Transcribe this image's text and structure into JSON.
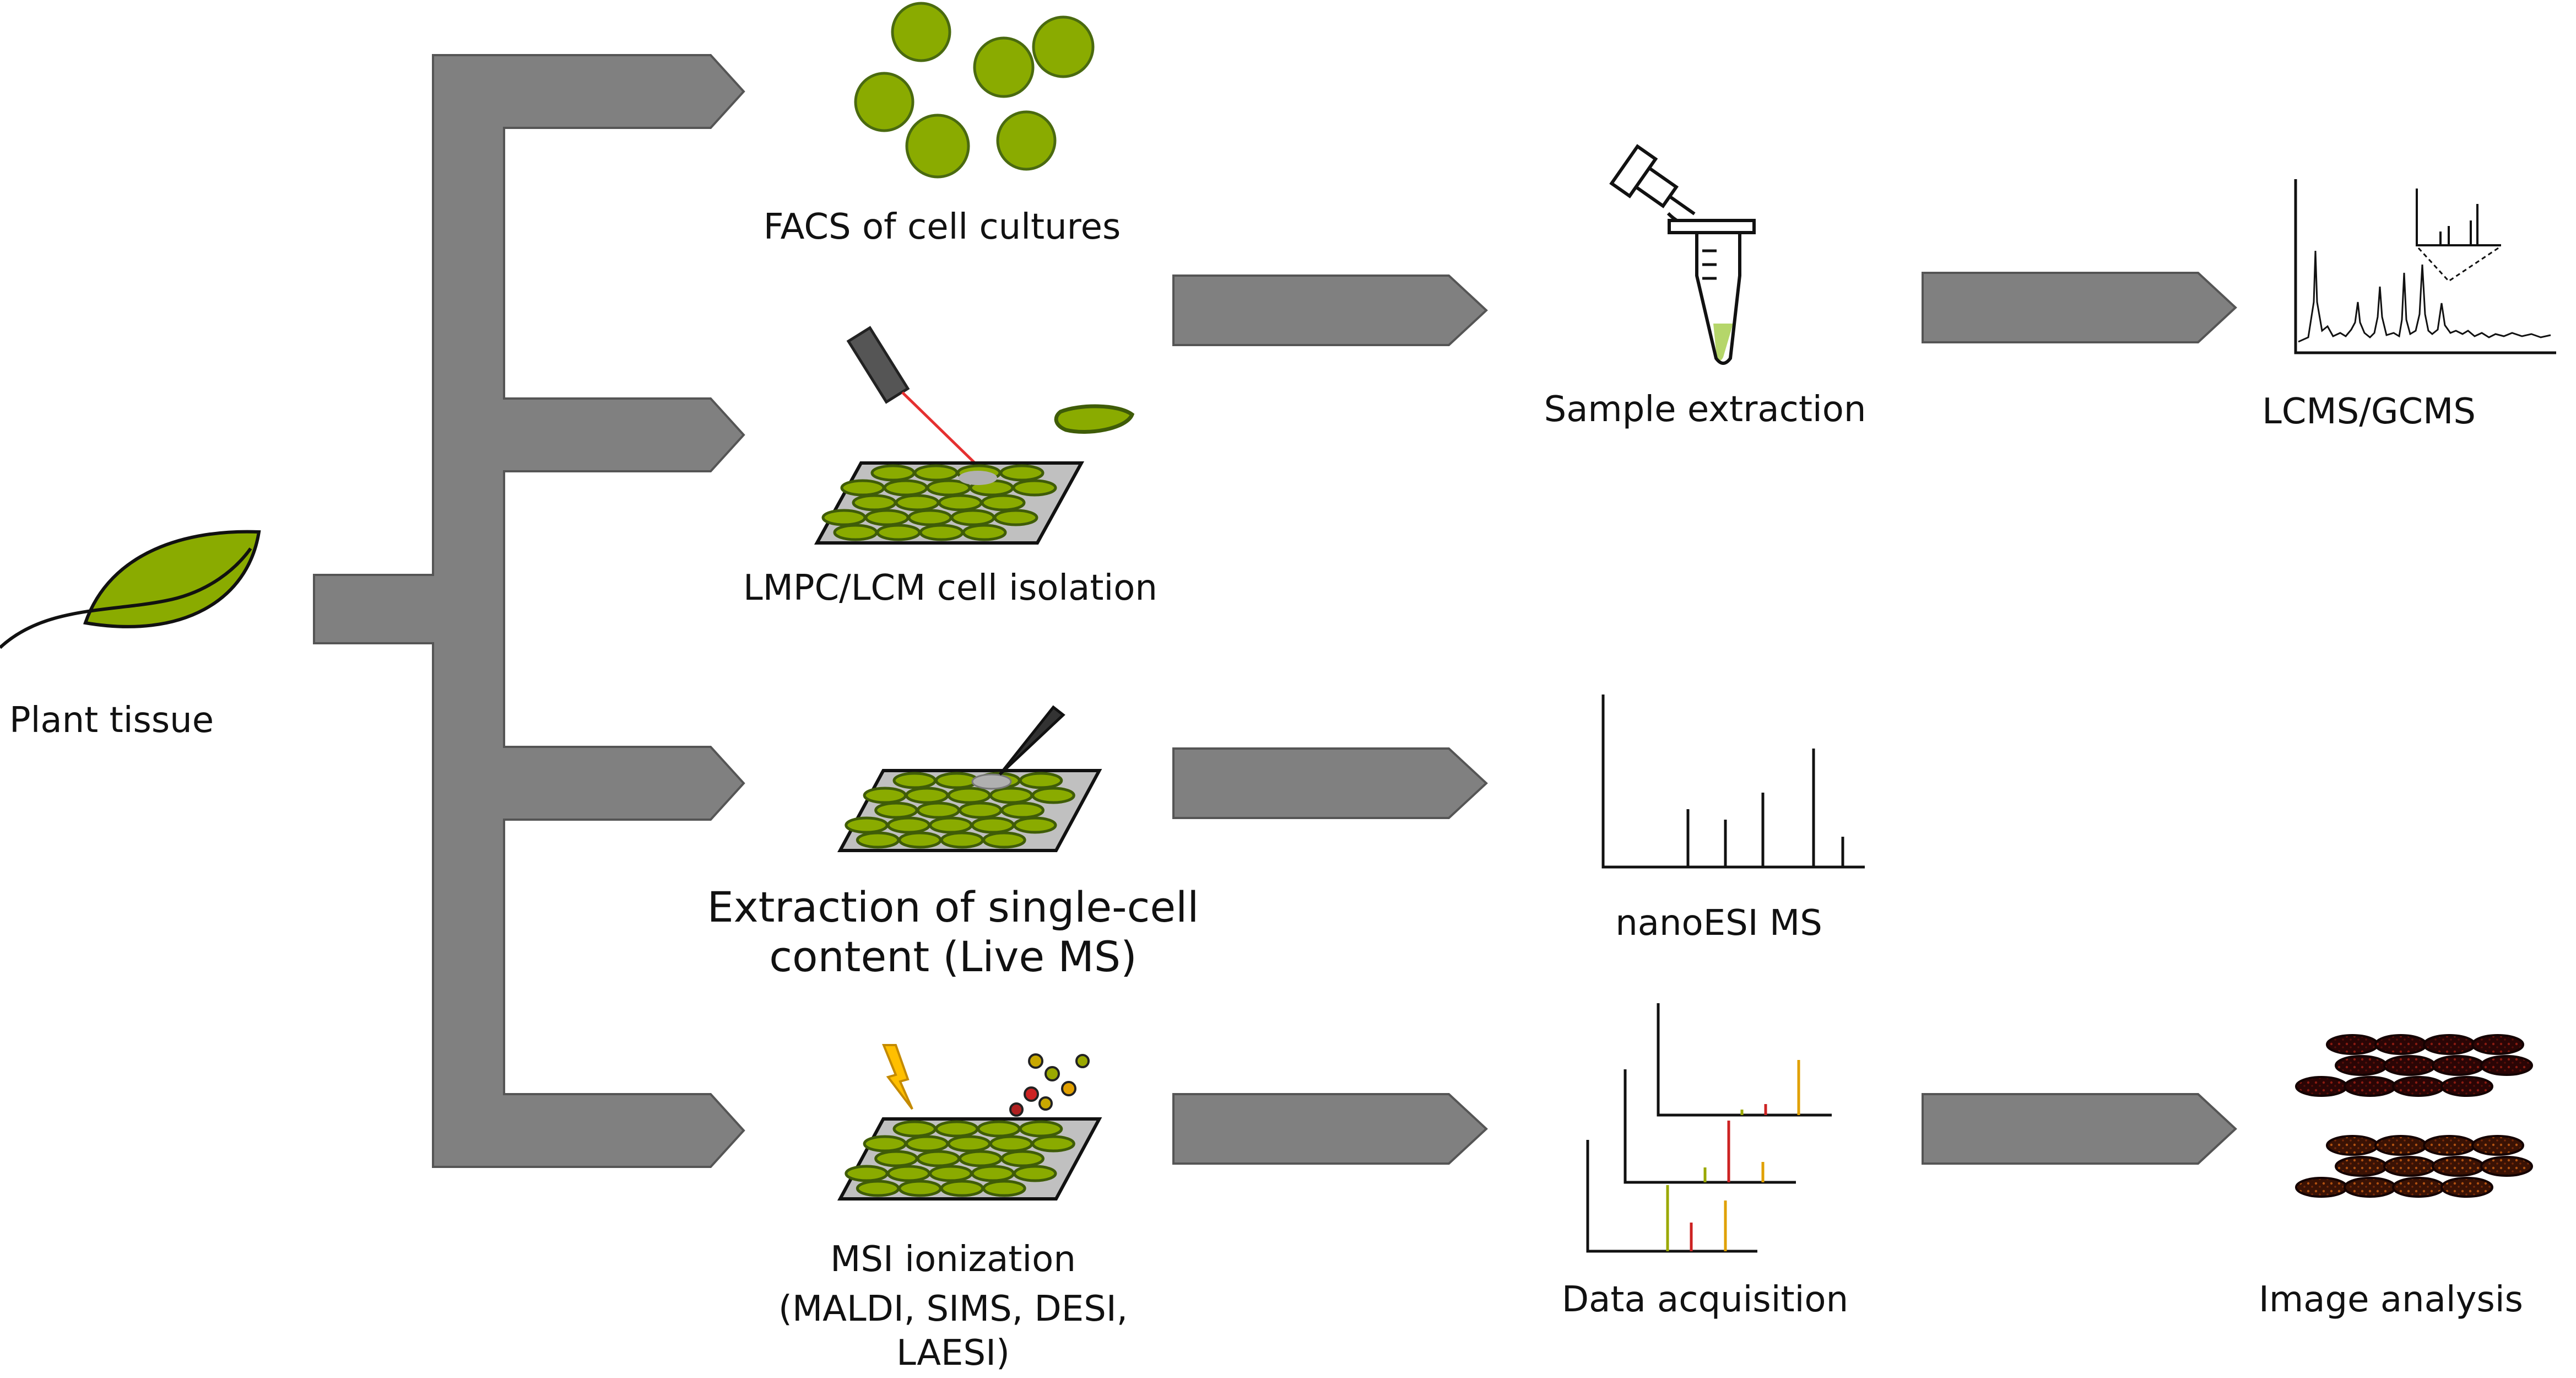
{
  "colors": {
    "arrow_fill": "#808080",
    "cell_green": "#8aab00",
    "cell_stroke": "#3f5c08",
    "slide_gray": "#c0c0c0",
    "laser_red": "#e53030",
    "tube_liquid": "#b5d66a",
    "bolt_yellow": "#ffbf00",
    "ms_red": "#cc2222",
    "ms_olive": "#9aa800",
    "ms_orange": "#e0a000",
    "image_dark": "#2a0a06",
    "image_brown": "#4a1a06"
  },
  "labels": {
    "plant_tissue": "Plant tissue",
    "facs": "FACS of cell cultures",
    "lmpc": "LMPC/LCM cell  isolation",
    "extraction_line1": "Extraction of single-cell",
    "extraction_line2": "content (Live MS)",
    "msi_line1": "MSI ionization",
    "msi_line2": "(MALDI, SIMS, DESI,",
    "msi_line3": "LAESI)",
    "sample_extraction": "Sample extraction",
    "lcms": "LCMS/GCMS",
    "nanoesi": "nanoESI MS",
    "data_acquisition": "Data acquisition",
    "image_analysis": "Image analysis"
  },
  "icons": {
    "leaf": "leaf-icon",
    "cells": "cell-culture-icon",
    "laser": "laser-icon",
    "tissue_slide": "tissue-slide-icon",
    "needle": "needle-icon",
    "bolt": "lightning-icon",
    "ions": "ion-particles-icon",
    "pipette": "pipette-icon",
    "tube": "test-tube-icon",
    "chromatogram": "chromatogram-icon",
    "spectrum": "mass-spectrum-icon",
    "spectra_stack": "spectra-stack-icon",
    "ms_image": "ms-image-icon"
  }
}
